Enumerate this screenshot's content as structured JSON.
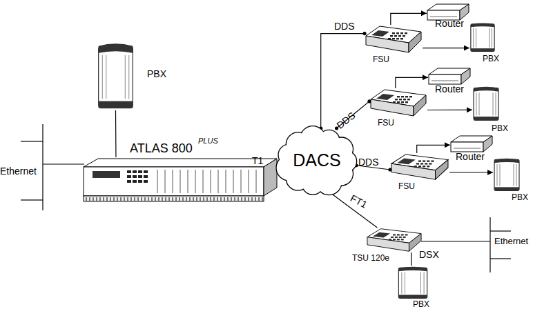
{
  "diagram": {
    "nodes": [
      {
        "text": [
          "PBX"
        ]
      },
      {
        "text": [
          "ATLAS 800",
          "PLUS"
        ]
      },
      {
        "text": [
          "DACS"
        ]
      },
      {
        "text": [
          "FSU"
        ]
      },
      {
        "text": [
          "Router"
        ]
      },
      {
        "text": [
          "PBX"
        ]
      },
      {
        "text": [
          "FSU"
        ]
      },
      {
        "text": [
          "Router"
        ]
      },
      {
        "text": [
          "PBX"
        ]
      },
      {
        "text": [
          "FSU"
        ]
      },
      {
        "text": [
          "Router"
        ]
      },
      {
        "text": [
          "PBX"
        ]
      },
      {
        "text": [
          "TSU 120e"
        ]
      },
      {
        "text": [
          "PBX"
        ]
      }
    ],
    "edges": [
      {
        "from": 0,
        "to": 1,
        "arrow": "none"
      },
      {
        "from": 1,
        "to": 2,
        "label": "T1",
        "arrow": "none"
      },
      {
        "from": 2,
        "to": 3,
        "label": "DDS",
        "arrow": "none"
      },
      {
        "from": 2,
        "to": 6,
        "label": "DDS",
        "arrow": "none"
      },
      {
        "from": 2,
        "to": 9,
        "label": "DDS",
        "arrow": "none"
      },
      {
        "from": 2,
        "to": 12,
        "label": "FT1",
        "arrow": "none"
      },
      {
        "from": 3,
        "to": 4,
        "arrow": "to"
      },
      {
        "from": 3,
        "to": 5,
        "arrow": "to"
      },
      {
        "from": 6,
        "to": 7,
        "arrow": "to"
      },
      {
        "from": 6,
        "to": 8,
        "arrow": "to"
      },
      {
        "from": 9,
        "to": 10,
        "arrow": "to"
      },
      {
        "from": 9,
        "to": 11,
        "arrow": "to"
      },
      {
        "from": 12,
        "to": 13,
        "label": "DSX",
        "arrow": "none"
      }
    ],
    "labels": [
      "Ethernet",
      "Ethernet"
    ]
  }
}
